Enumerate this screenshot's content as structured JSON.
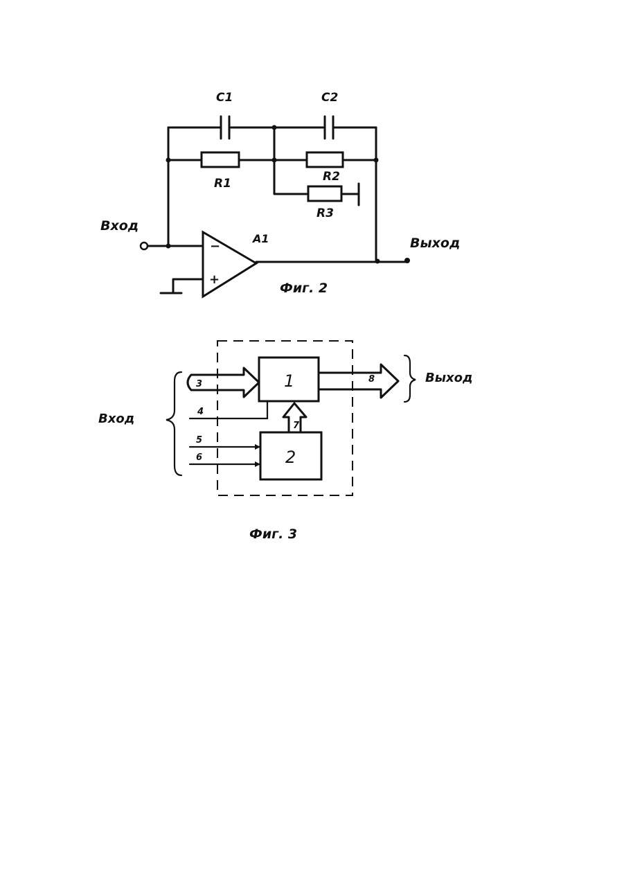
{
  "fig2": {
    "caption": "Фиг. 2",
    "c1": "C1",
    "c2": "C2",
    "r1": "R1",
    "r2": "R2",
    "r3": "R3",
    "a1": "A1",
    "minus": "−",
    "plus": "+",
    "input": "Вход",
    "output": "Выход"
  },
  "fig3": {
    "caption": "Фиг. 3",
    "block1": "1",
    "block2": "2",
    "n3": "3",
    "n4": "4",
    "n5": "5",
    "n6": "6",
    "n7": "7",
    "n8": "8",
    "input": "Вход",
    "output": "Выход"
  }
}
